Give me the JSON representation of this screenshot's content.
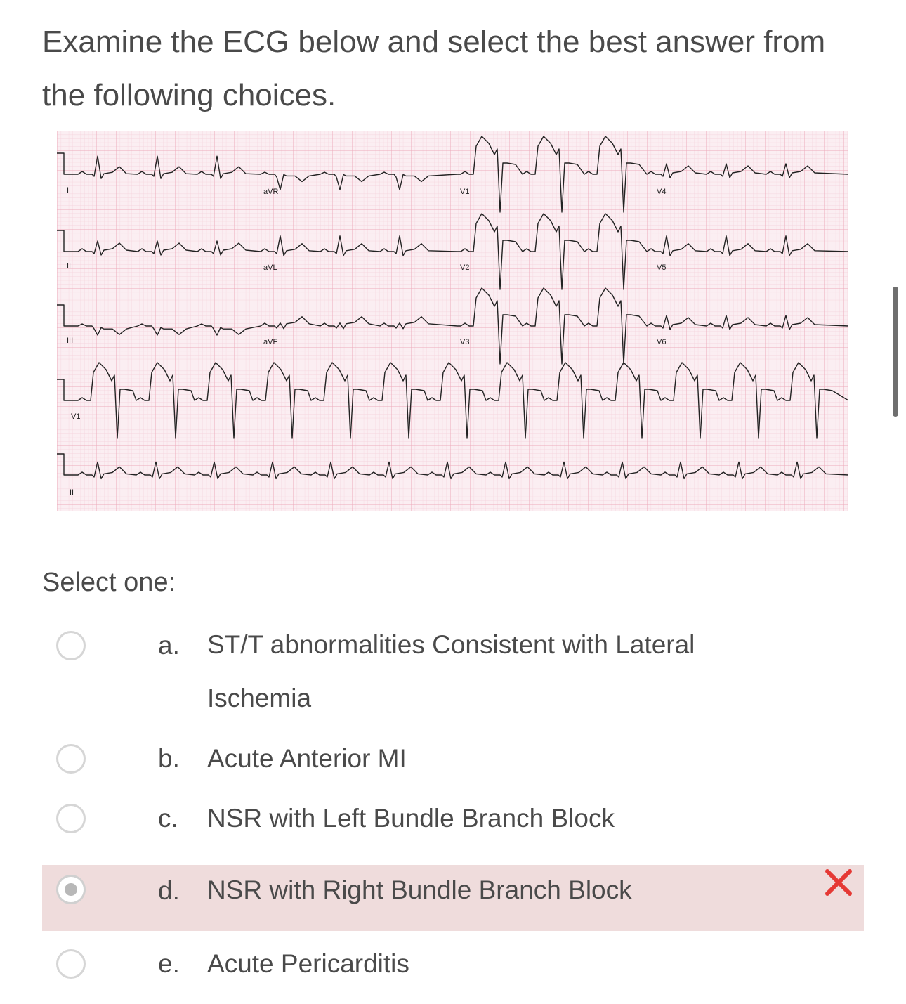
{
  "question": {
    "text": "Examine the ECG below and select the best answer from the following choices."
  },
  "ecg": {
    "lead_labels": [
      "I",
      "aVR",
      "V1",
      "V4",
      "II",
      "aVL",
      "V2",
      "V5",
      "III",
      "aVF",
      "V3",
      "V6",
      "V1",
      "II"
    ],
    "grid_color": "#f2c4d0",
    "background_color": "#f9e9ee",
    "trace_color": "#222222"
  },
  "select_label": "Select one:",
  "options": [
    {
      "letter": "a.",
      "text": "ST/T abnormalities Consistent with Lateral Ischemia",
      "selected": false
    },
    {
      "letter": "b.",
      "text": "Acute Anterior MI",
      "selected": false
    },
    {
      "letter": "c.",
      "text": "NSR with Left Bundle Branch Block",
      "selected": false
    },
    {
      "letter": "d.",
      "text": "NSR with Right Bundle Branch Block",
      "selected": true,
      "status": "incorrect"
    },
    {
      "letter": "e.",
      "text": "Acute Pericarditis",
      "selected": false
    }
  ],
  "colors": {
    "selected_bg": "#efdcdc",
    "wrong_mark": "#e53935"
  },
  "icons": {
    "wrong": "cross-icon"
  }
}
